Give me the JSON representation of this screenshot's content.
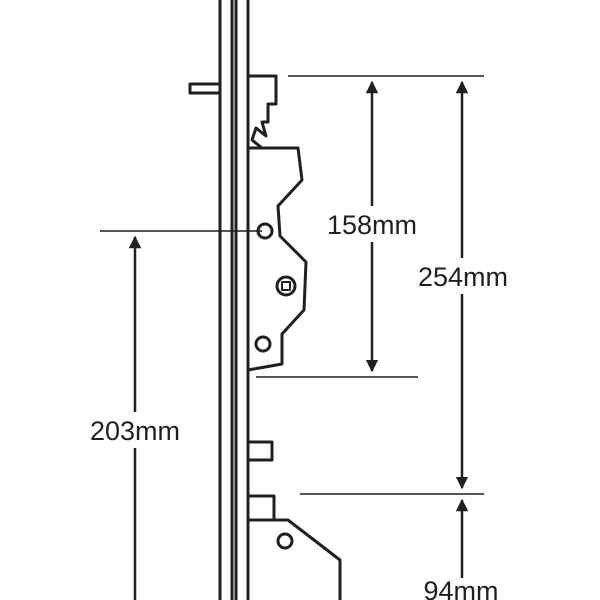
{
  "diagram": {
    "description": "Multipoint lock dimension diagram",
    "line_color": "#231f20",
    "background": "#ffffff",
    "dimensions": {
      "upper_span": "158mm",
      "total_span": "254mm",
      "centre_height": "203mm",
      "lower_span": "94mm"
    }
  }
}
